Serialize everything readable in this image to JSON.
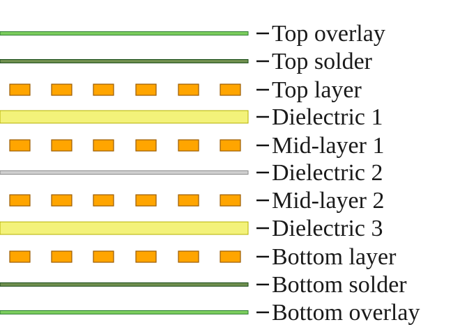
{
  "layers": [
    {
      "label": "Top overlay",
      "kind": "overlay"
    },
    {
      "label": "Top solder",
      "kind": "solder"
    },
    {
      "label": "Top layer",
      "kind": "copper"
    },
    {
      "label": "Dielectric 1",
      "kind": "prepreg"
    },
    {
      "label": "Mid-layer 1",
      "kind": "copper"
    },
    {
      "label": "Dielectric 2",
      "kind": "core"
    },
    {
      "label": "Mid-layer 2",
      "kind": "copper"
    },
    {
      "label": "Dielectric 3",
      "kind": "prepreg"
    },
    {
      "label": "Bottom layer",
      "kind": "copper"
    },
    {
      "label": "Bottom solder",
      "kind": "solder"
    },
    {
      "label": "Bottom overlay",
      "kind": "overlay"
    }
  ],
  "pads_per_copper_layer": 6,
  "colors": {
    "overlay_fill": "#7ccd5e",
    "overlay_edge": "#2e7d32",
    "solder_fill": "#6f8f4f",
    "solder_edge": "#1b4d1b",
    "prepreg_fill": "#f3f27a",
    "prepreg_edge": "#b5b000",
    "core_fill": "#d0d0d0",
    "core_edge": "#8a8a8a",
    "pad_fill": "#ffa500",
    "pad_edge": "#9a5b00",
    "leader": "#111111"
  }
}
